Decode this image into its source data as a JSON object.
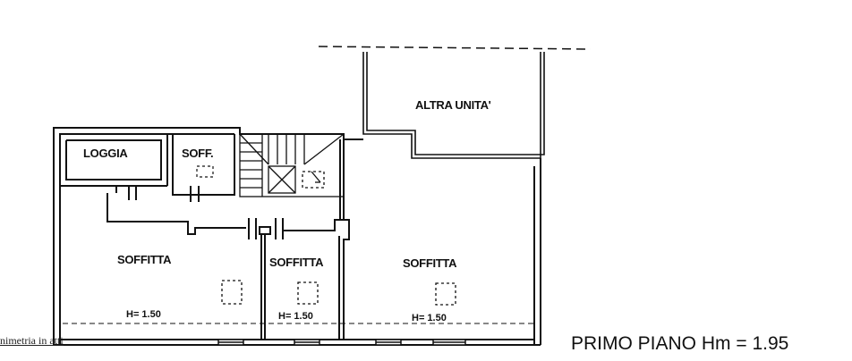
{
  "plan": {
    "rooms": {
      "altra_unita": "ALTRA UNITA'",
      "loggia": "LOGGIA",
      "soff": "SOFF.",
      "soffitta_left": "SOFFITTA",
      "soffitta_mid": "SOFFITTA",
      "soffitta_right": "SOFFITTA"
    },
    "heights": {
      "left": "H= 1.50",
      "mid": "H= 1.50",
      "right": "H= 1.50"
    },
    "floor_title": "PRIMO PIANO Hm = 1.95",
    "footnote": "nimetria in atti"
  }
}
